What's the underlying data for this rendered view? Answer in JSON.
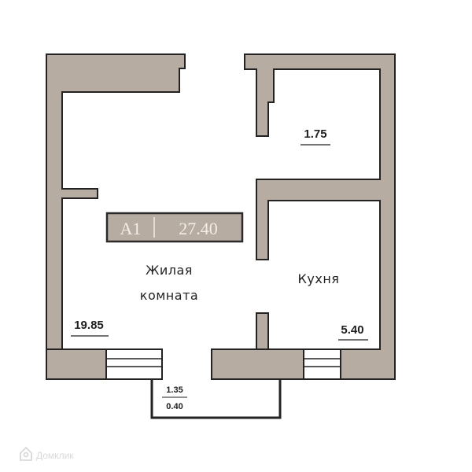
{
  "plan": {
    "apartment_code": "A1",
    "total_area": "27.40",
    "rooms": [
      {
        "label_line1": "Жилая",
        "label_line2": "комната",
        "area": "19.85"
      },
      {
        "label_line1": "Кухня",
        "area": "5.40"
      },
      {
        "area": "1.75"
      }
    ],
    "balcony": {
      "area_top": "1.35",
      "area_bottom": "0.40"
    }
  },
  "watermark": "Домклик",
  "colors": {
    "wall": "#b7aca1",
    "wall_outline": "#232323",
    "badge_bg": "#b7aca1",
    "badge_border": "#2a2a2a"
  }
}
